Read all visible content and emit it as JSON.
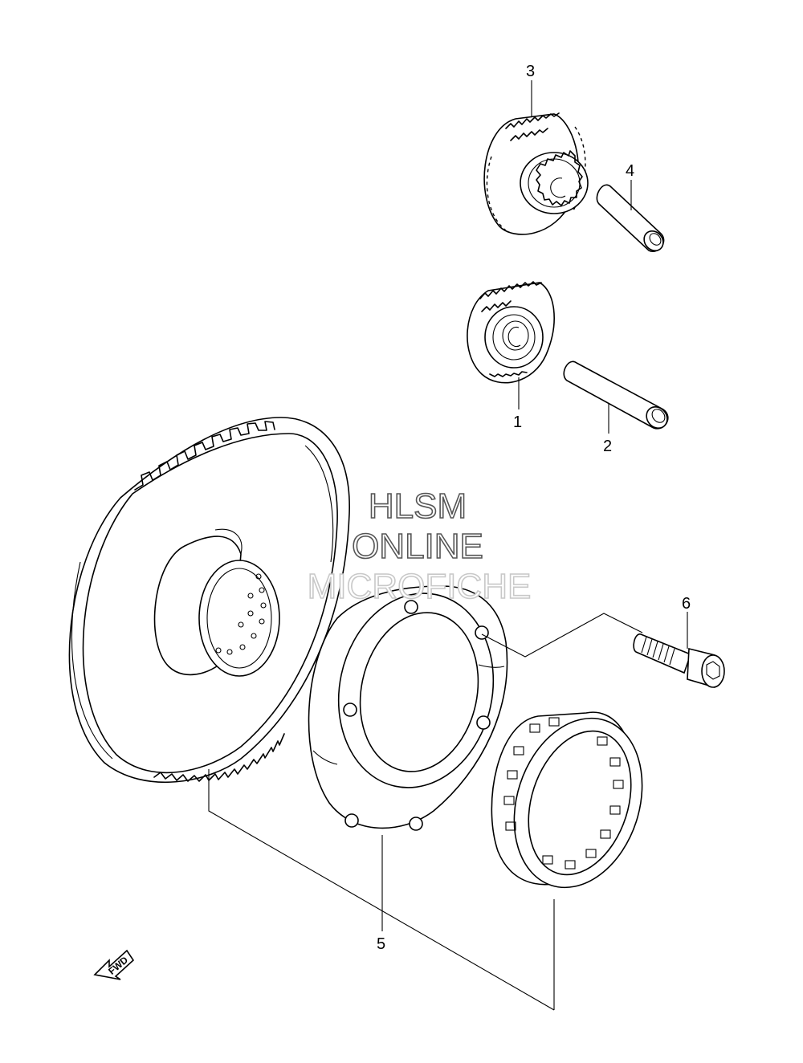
{
  "callouts": [
    {
      "id": "1",
      "label": "1"
    },
    {
      "id": "2",
      "label": "2"
    },
    {
      "id": "3",
      "label": "3"
    },
    {
      "id": "4",
      "label": "4"
    },
    {
      "id": "5",
      "label": "5"
    },
    {
      "id": "6",
      "label": "6"
    }
  ],
  "watermark": {
    "line1": "HLSM",
    "line2": "ONLINE",
    "line3": "MICROFICHE"
  },
  "direction_arrow": {
    "label": "FWD",
    "icon": "fwd-arrow-icon"
  }
}
